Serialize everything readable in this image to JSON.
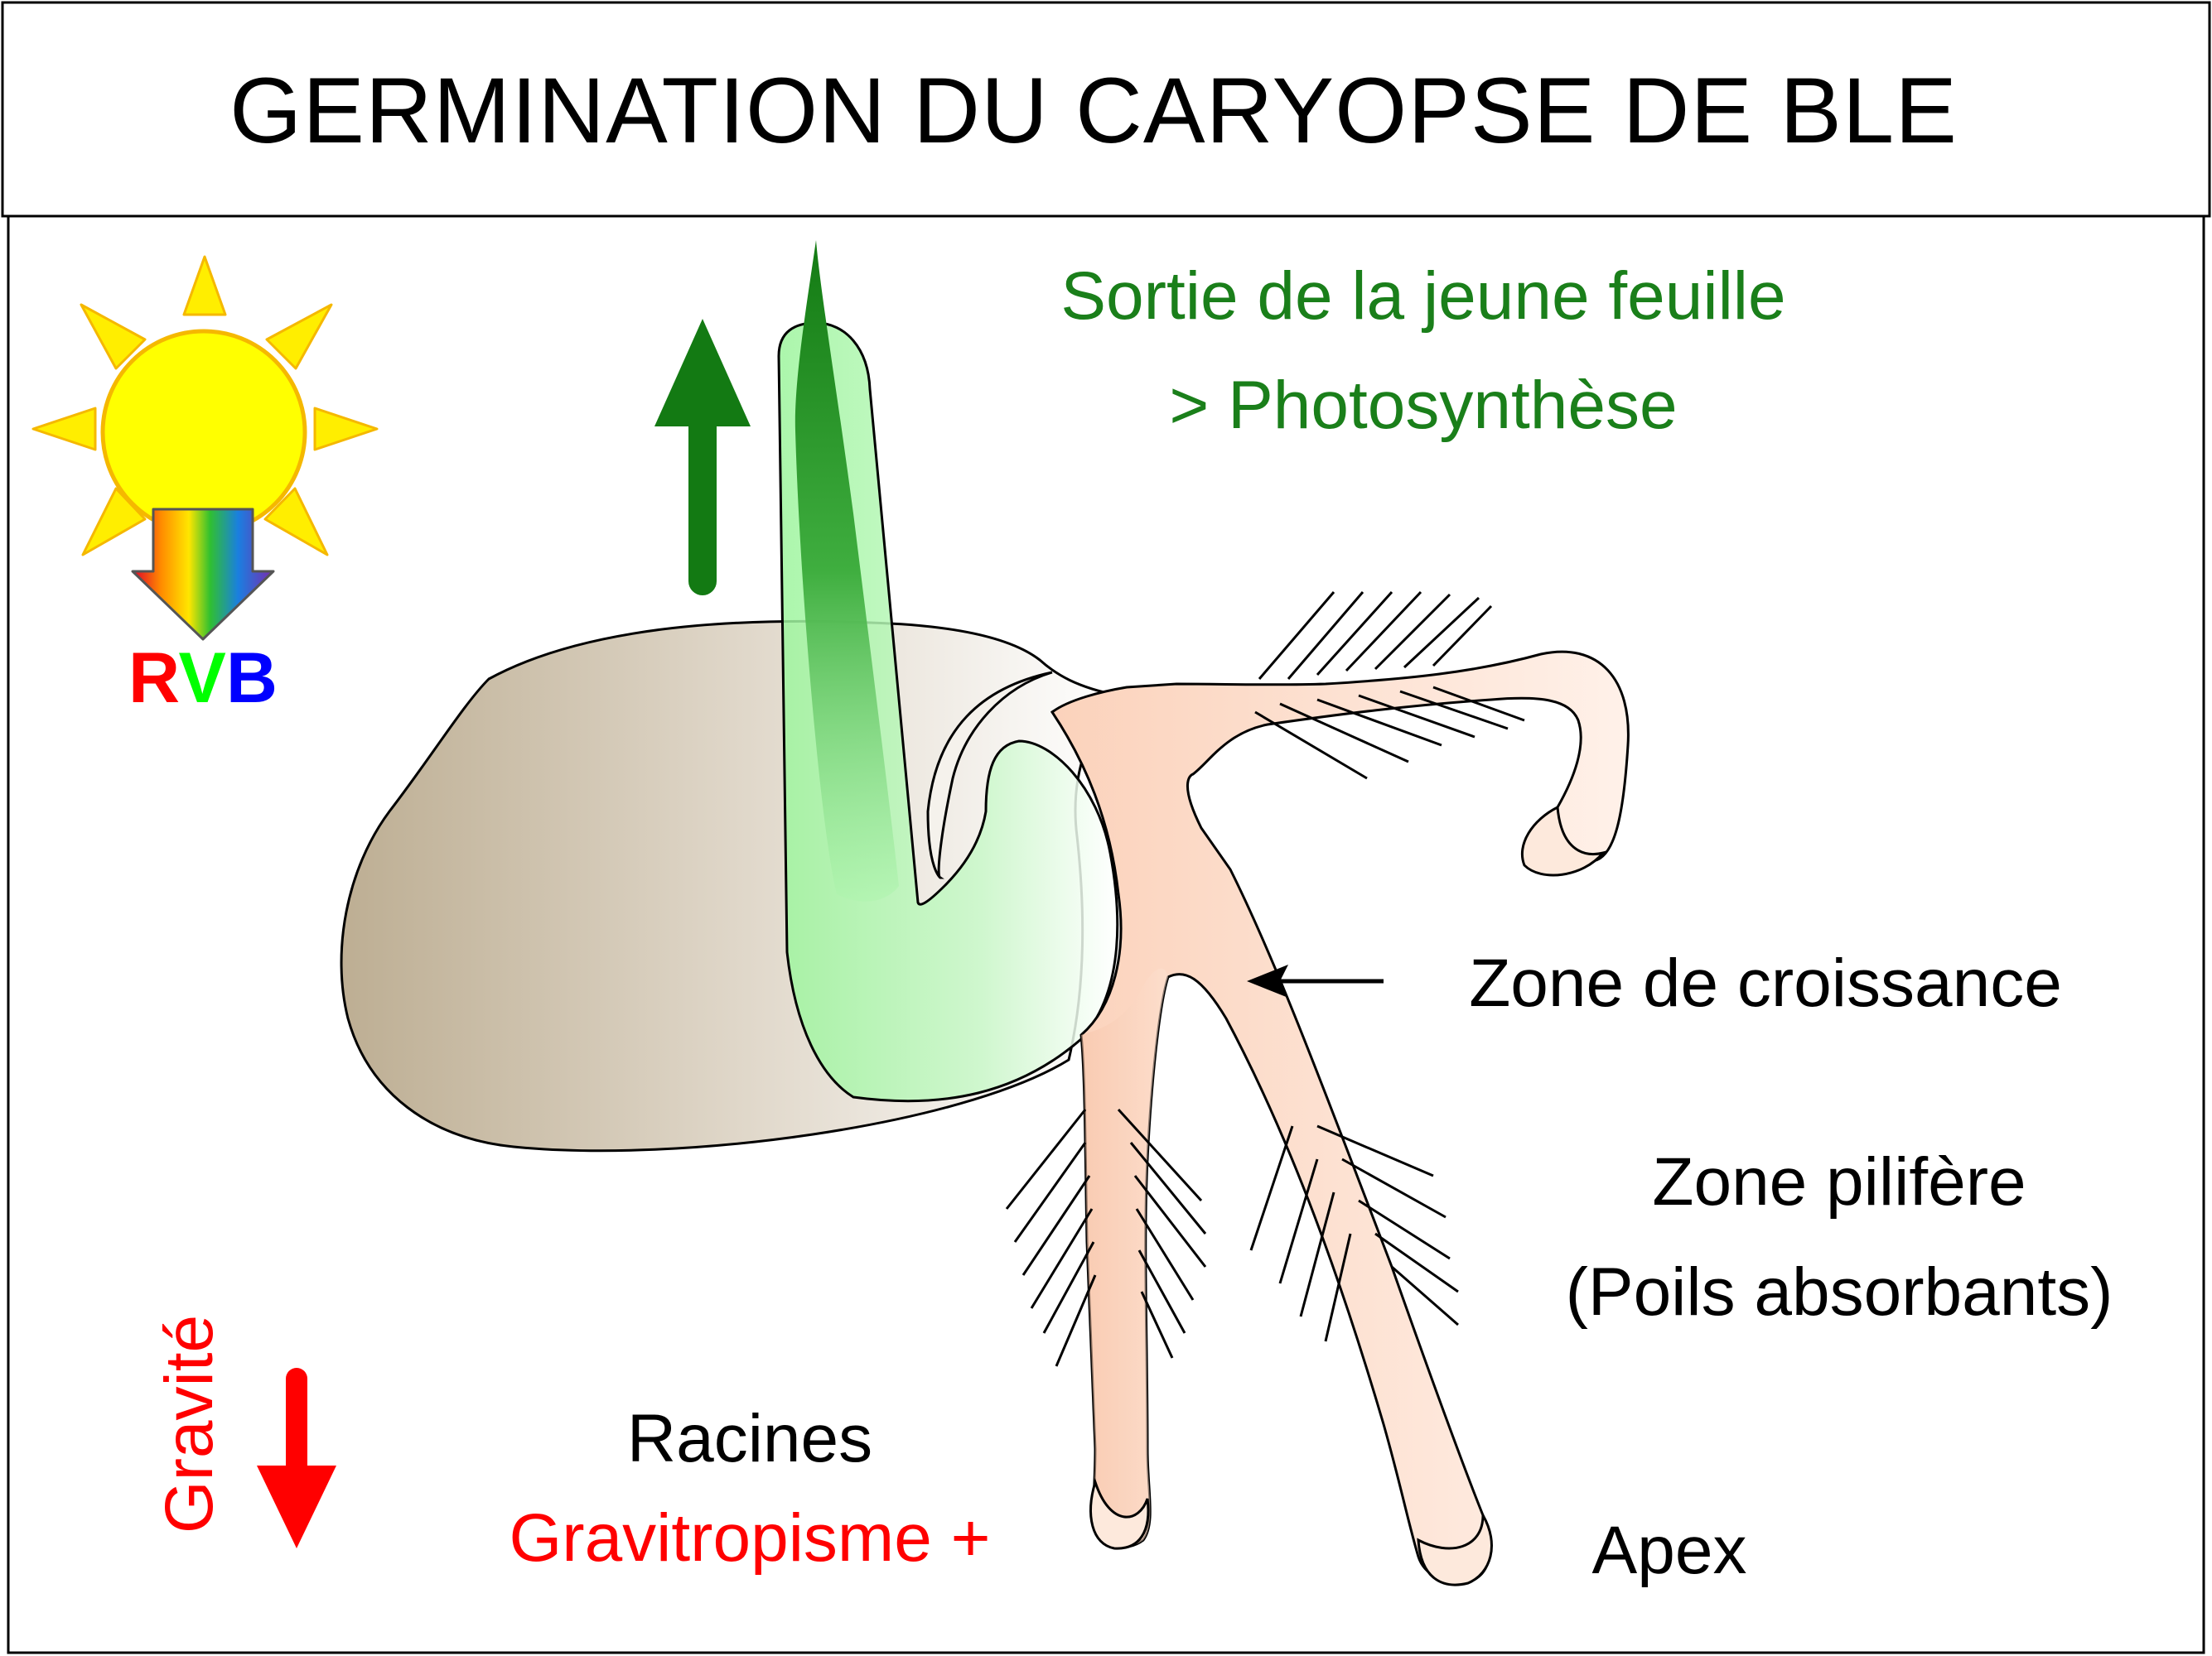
{
  "title": "GERMINATION DU CARYOPSE DE BLE",
  "labels": {
    "leaf_line1": "Sortie de la jeune feuille",
    "leaf_line2": "> Photosynthèse",
    "growth_zone": "Zone de croissance",
    "hair_zone_line1": "Zone pilifère",
    "hair_zone_line2": "(Poils absorbants)",
    "roots": "Racines",
    "gravitropism": "Gravitropisme +",
    "apex": "Apex",
    "gravity": "Gravité"
  },
  "light": {
    "r": "R",
    "v": "V",
    "b": "B"
  },
  "colors": {
    "leaf_text": "#1a7f1a",
    "red": "#ff0000",
    "green": "#00ff00",
    "blue": "#0000ff",
    "leaf_arrow": "#137a13",
    "gravity_arrow": "#ff0000",
    "sun": "#ffee00",
    "sun_outline": "#f5b800",
    "root_fill": "#fde2d2",
    "grain_fill": "#c9bba3"
  },
  "icons": [
    "sun-icon",
    "light-spectrum-arrow-icon",
    "leaf-up-arrow-icon",
    "gravity-down-arrow-icon"
  ]
}
